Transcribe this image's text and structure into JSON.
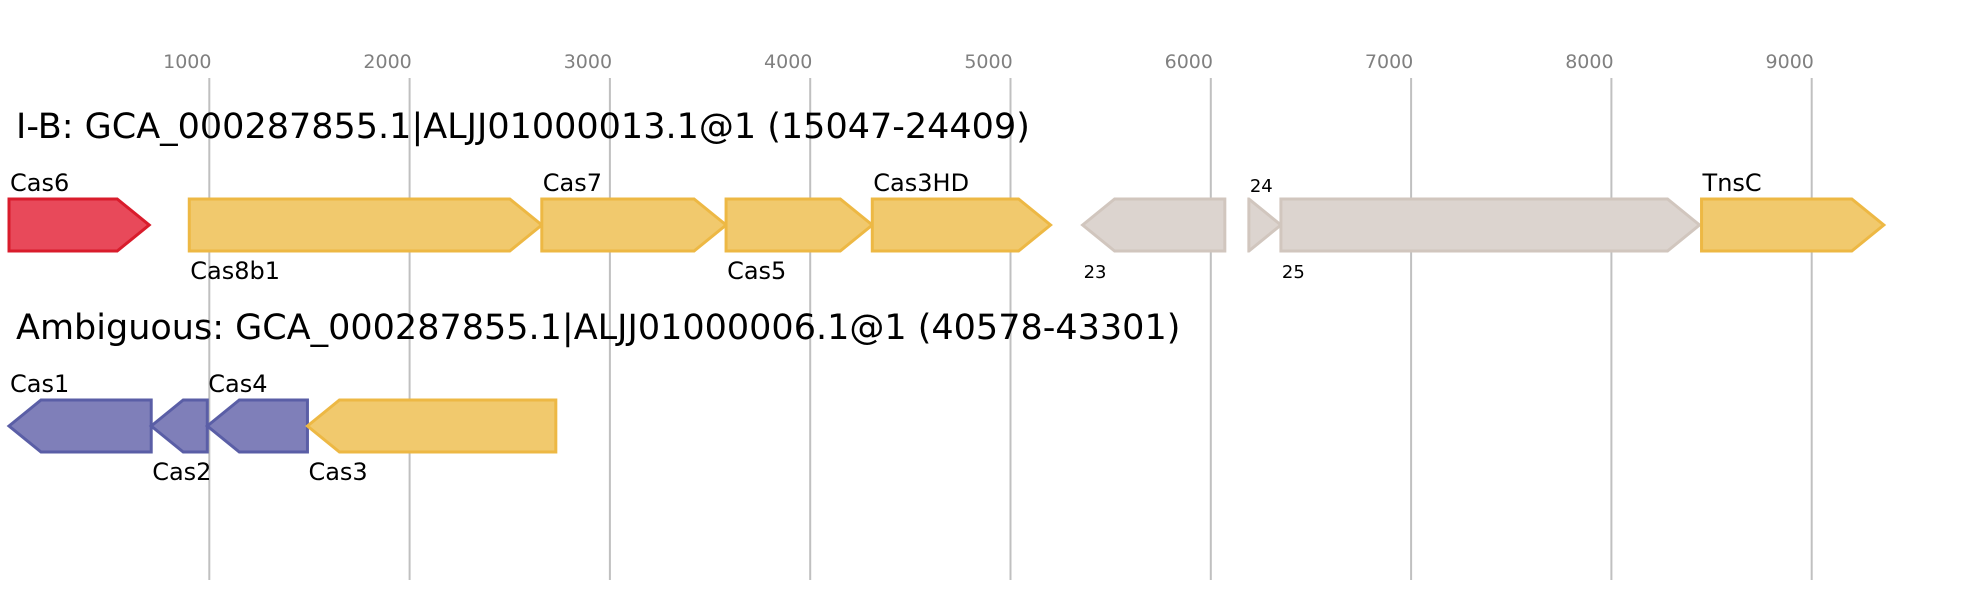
{
  "colors": {
    "background": "#ffffff",
    "grid": "#c0c0c0",
    "tick_label": "#808080",
    "effector": {
      "fill": "#e8495a",
      "stroke": "#d91c2c"
    },
    "interference": {
      "fill": "#f1c96d",
      "stroke": "#edb844"
    },
    "adaptation": {
      "fill": "#7f7fb9",
      "stroke": "#5a5ea6"
    },
    "other": {
      "fill": "#dcd4cf",
      "stroke": "#d1c6be"
    }
  },
  "chart_data": {
    "type": "gene-arrow-map",
    "axis": {
      "min": 0,
      "max": 9800,
      "ticks": [
        1000,
        2000,
        3000,
        4000,
        5000,
        6000,
        7000,
        8000,
        9000
      ],
      "grid": true
    },
    "tracks": [
      {
        "title": "I-B: GCA_000287855.1|ALJJ01000013.1@1 (15047-24409)",
        "genes": [
          {
            "label": "Cas6",
            "start": 0,
            "end": 700,
            "strand": "+",
            "category": "effector",
            "label_pos": "above",
            "label_size": "normal"
          },
          {
            "label": "Cas8b1",
            "start": 900,
            "end": 2660,
            "strand": "+",
            "category": "interference",
            "label_pos": "below",
            "label_size": "normal"
          },
          {
            "label": "Cas7",
            "start": 2660,
            "end": 3580,
            "strand": "+",
            "category": "interference",
            "label_pos": "above",
            "label_size": "normal"
          },
          {
            "label": "Cas5",
            "start": 3580,
            "end": 4310,
            "strand": "+",
            "category": "interference",
            "label_pos": "below",
            "label_size": "normal"
          },
          {
            "label": "Cas3HD",
            "start": 4310,
            "end": 5200,
            "strand": "+",
            "category": "interference",
            "label_pos": "above",
            "label_size": "normal"
          },
          {
            "label": "23",
            "start": 5360,
            "end": 6070,
            "strand": "-",
            "category": "other",
            "label_pos": "below",
            "label_size": "small"
          },
          {
            "label": "24",
            "start": 6190,
            "end": 6350,
            "strand": "+",
            "category": "other",
            "label_pos": "above",
            "label_size": "small"
          },
          {
            "label": "25",
            "start": 6350,
            "end": 8440,
            "strand": "+",
            "category": "other",
            "label_pos": "below",
            "label_size": "small"
          },
          {
            "label": "TnsC",
            "start": 8450,
            "end": 9360,
            "strand": "+",
            "category": "interference",
            "label_pos": "above",
            "label_size": "normal"
          }
        ]
      },
      {
        "title": "Ambiguous: GCA_000287855.1|ALJJ01000006.1@1 (40578-43301)",
        "genes": [
          {
            "label": "Cas1",
            "start": 0,
            "end": 710,
            "strand": "-",
            "category": "adaptation",
            "label_pos": "above",
            "label_size": "normal"
          },
          {
            "label": "Cas2",
            "start": 710,
            "end": 990,
            "strand": "-",
            "category": "adaptation",
            "label_pos": "below",
            "label_size": "normal"
          },
          {
            "label": "Cas4",
            "start": 990,
            "end": 1490,
            "strand": "-",
            "category": "adaptation",
            "label_pos": "above",
            "label_size": "normal"
          },
          {
            "label": "Cas3",
            "start": 1490,
            "end": 2730,
            "strand": "-",
            "category": "interference",
            "label_pos": "below",
            "label_size": "normal"
          }
        ]
      }
    ]
  }
}
